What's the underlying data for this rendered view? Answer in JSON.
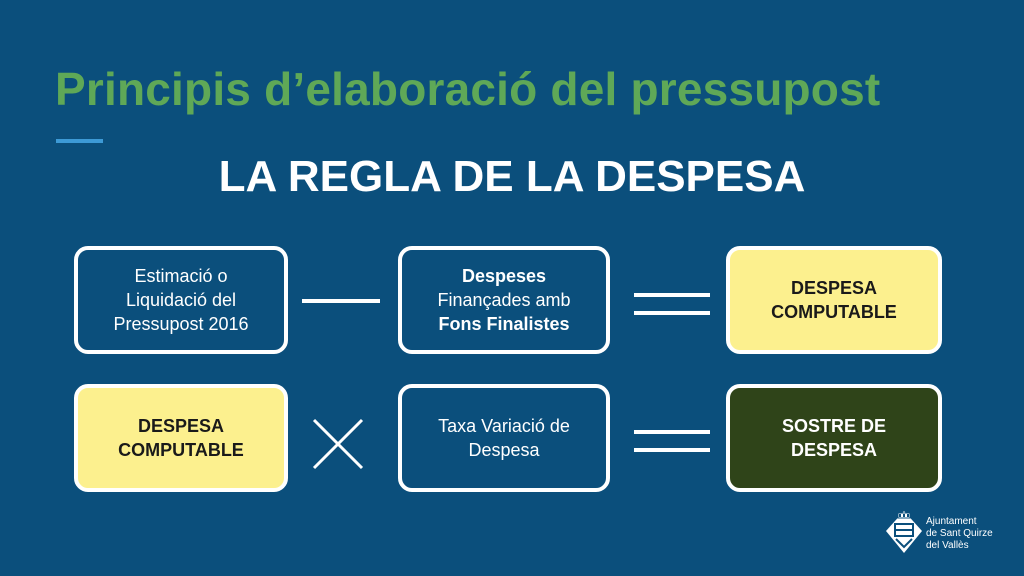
{
  "slide": {
    "title": "Principis d’elaboració del pressupost",
    "subtitle": "LA REGLA DE LA DESPESA",
    "accent_color": "#3d9ad6",
    "title_color": "#5fa857",
    "background_color": "#0b4f7c"
  },
  "formula_row_1": {
    "box_a": {
      "lines": [
        "Estimació o",
        "Liquidació del",
        "Pressupost 2016"
      ]
    },
    "operator_1": "minus",
    "box_b": {
      "lines": [
        "Despeses",
        "Finançades amb",
        "Fons Finalistes"
      ]
    },
    "operator_2": "equals",
    "result": {
      "lines": [
        "DESPESA",
        "COMPUTABLE"
      ],
      "color": "#fcf08e"
    }
  },
  "formula_row_2": {
    "box_a": {
      "lines": [
        "DESPESA",
        "COMPUTABLE"
      ],
      "color": "#fcf08e"
    },
    "operator_1": "times",
    "box_b": {
      "lines": [
        "Taxa Variació de",
        "Despesa"
      ]
    },
    "operator_2": "equals",
    "result": {
      "lines": [
        "SOSTRE DE",
        "DESPESA"
      ],
      "color": "#2f4419"
    }
  },
  "footer_logo": {
    "icon": "municipal-shield-icon",
    "lines": [
      "Ajuntament",
      "de Sant Quirze",
      "del Vallès"
    ]
  }
}
